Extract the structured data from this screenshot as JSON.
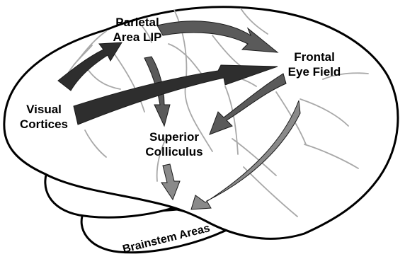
{
  "labels": {
    "parietal_line1": "Parietal",
    "parietal_line2": "Area LIP",
    "frontal_line1": "Frontal",
    "frontal_line2": "Eye Field",
    "visual_line1": "Visual",
    "visual_line2": "Cortices",
    "superior_line1": "Superior",
    "superior_line2": "Colliculus",
    "brainstem": "Brainstem Areas"
  },
  "colors": {
    "outline": "#000000",
    "sulcus": "#a8a8a8",
    "arrow_dark": "#2e2e2e",
    "arrow_mid": "#5a5a5a",
    "arrow_light": "#8a8a8a",
    "arrow_stroke": "#1a1a1a"
  }
}
